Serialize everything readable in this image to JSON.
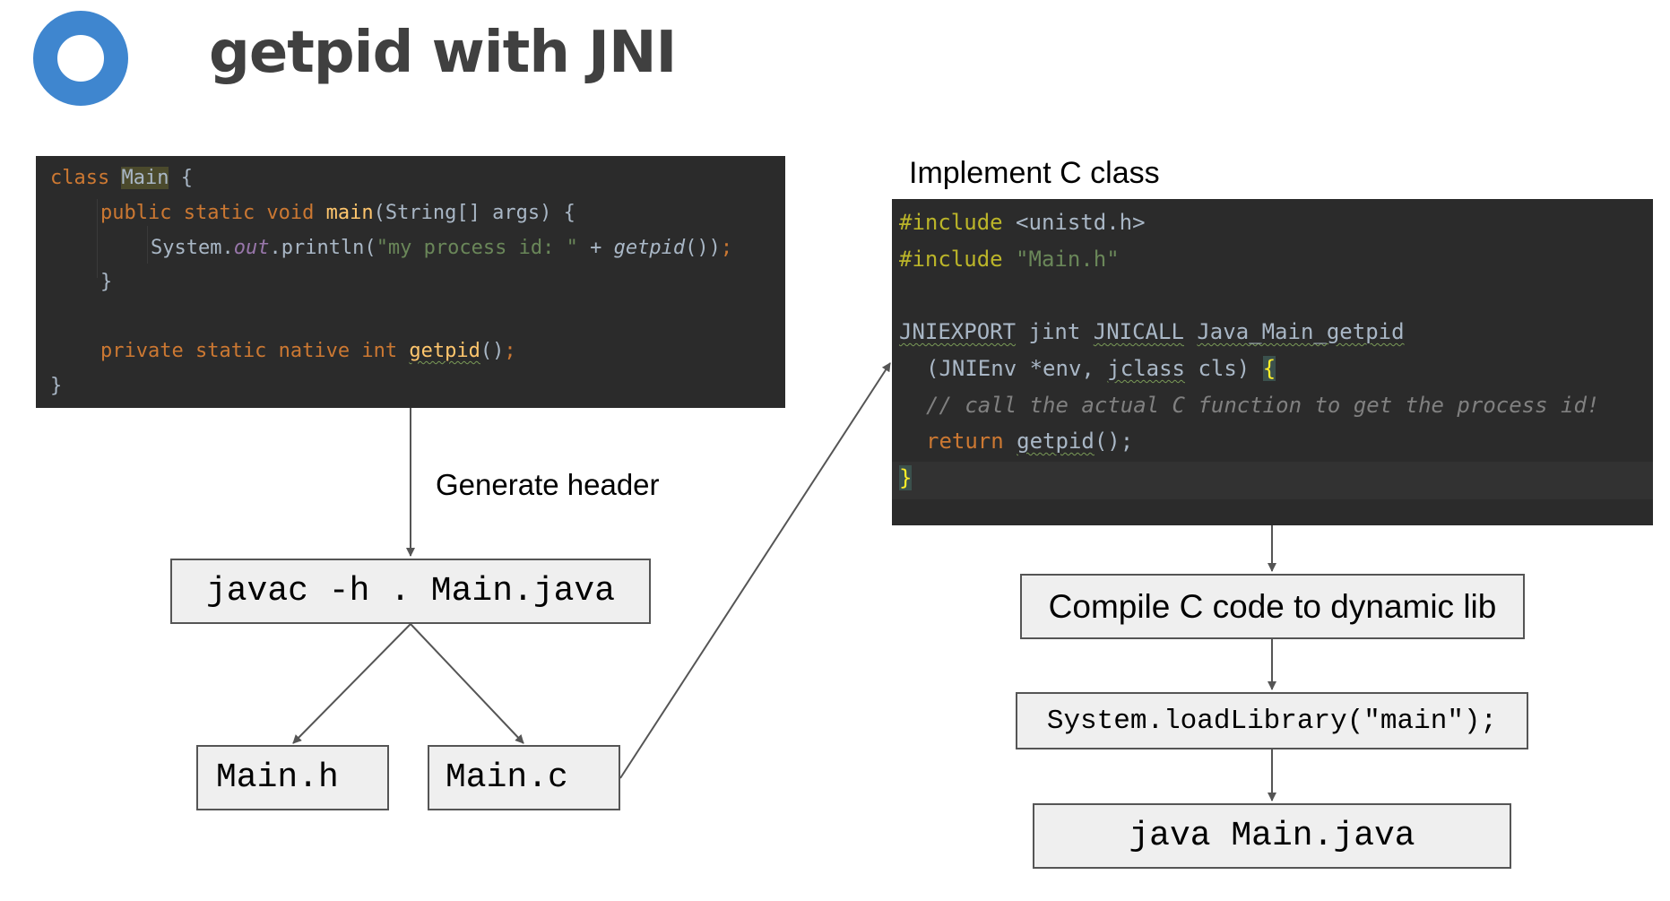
{
  "slide": {
    "title": "getpid with JNI"
  },
  "java_code": {
    "line1_kw": "class",
    "line1_name": "Main",
    "line1_brace": "{",
    "line2_mods": "public static void",
    "line2_method": "main",
    "line2_params": "(String[] args) {",
    "line3_obj": "System.",
    "line3_field": "out",
    "line3_call": ".println(",
    "line3_str": "\"my process id: \"",
    "line3_plus": " + ",
    "line3_getpid": "getpid",
    "line3_end": "())",
    "line3_semi": ";",
    "line4": "}",
    "line6_mods": "private static native int",
    "line6_method": "getpid",
    "line6_end": "()",
    "line6_semi": ";",
    "line7": "}"
  },
  "c_code": {
    "title": "Implement C class",
    "include_kw": "#include",
    "include1_target": "<unistd.h>",
    "include2_target": "\"Main.h\"",
    "sig1_export": "JNIEXPORT",
    "sig1_jint": "jint",
    "sig1_jnicall": "JNICALL",
    "sig1_fn": "Java_Main_getpid",
    "sig2_open": "(JNIEnv *env,",
    "sig2_jclass": "jclass",
    "sig2_cls": "cls)",
    "sig2_brace": "{",
    "comment": "// call the actual C function to get the process id!",
    "return_kw": "return",
    "return_call": "getpid",
    "return_end": "();",
    "close_brace": "}"
  },
  "flow": {
    "generate_label": "Generate header",
    "javac_cmd": "javac -h . Main.java",
    "header_file": "Main.h",
    "c_file": "Main.c",
    "compile_step": "Compile C code to dynamic lib",
    "load_library": "System.loadLibrary(\"main\");",
    "run_cmd": "java Main.java"
  },
  "colors": {
    "logo": "#3f86cf",
    "editor_bg": "#2b2b2b",
    "keyword": "#cc7832",
    "function": "#ffc66d",
    "string": "#6a8759",
    "box_bg": "#efefef",
    "arrow": "#555555"
  }
}
